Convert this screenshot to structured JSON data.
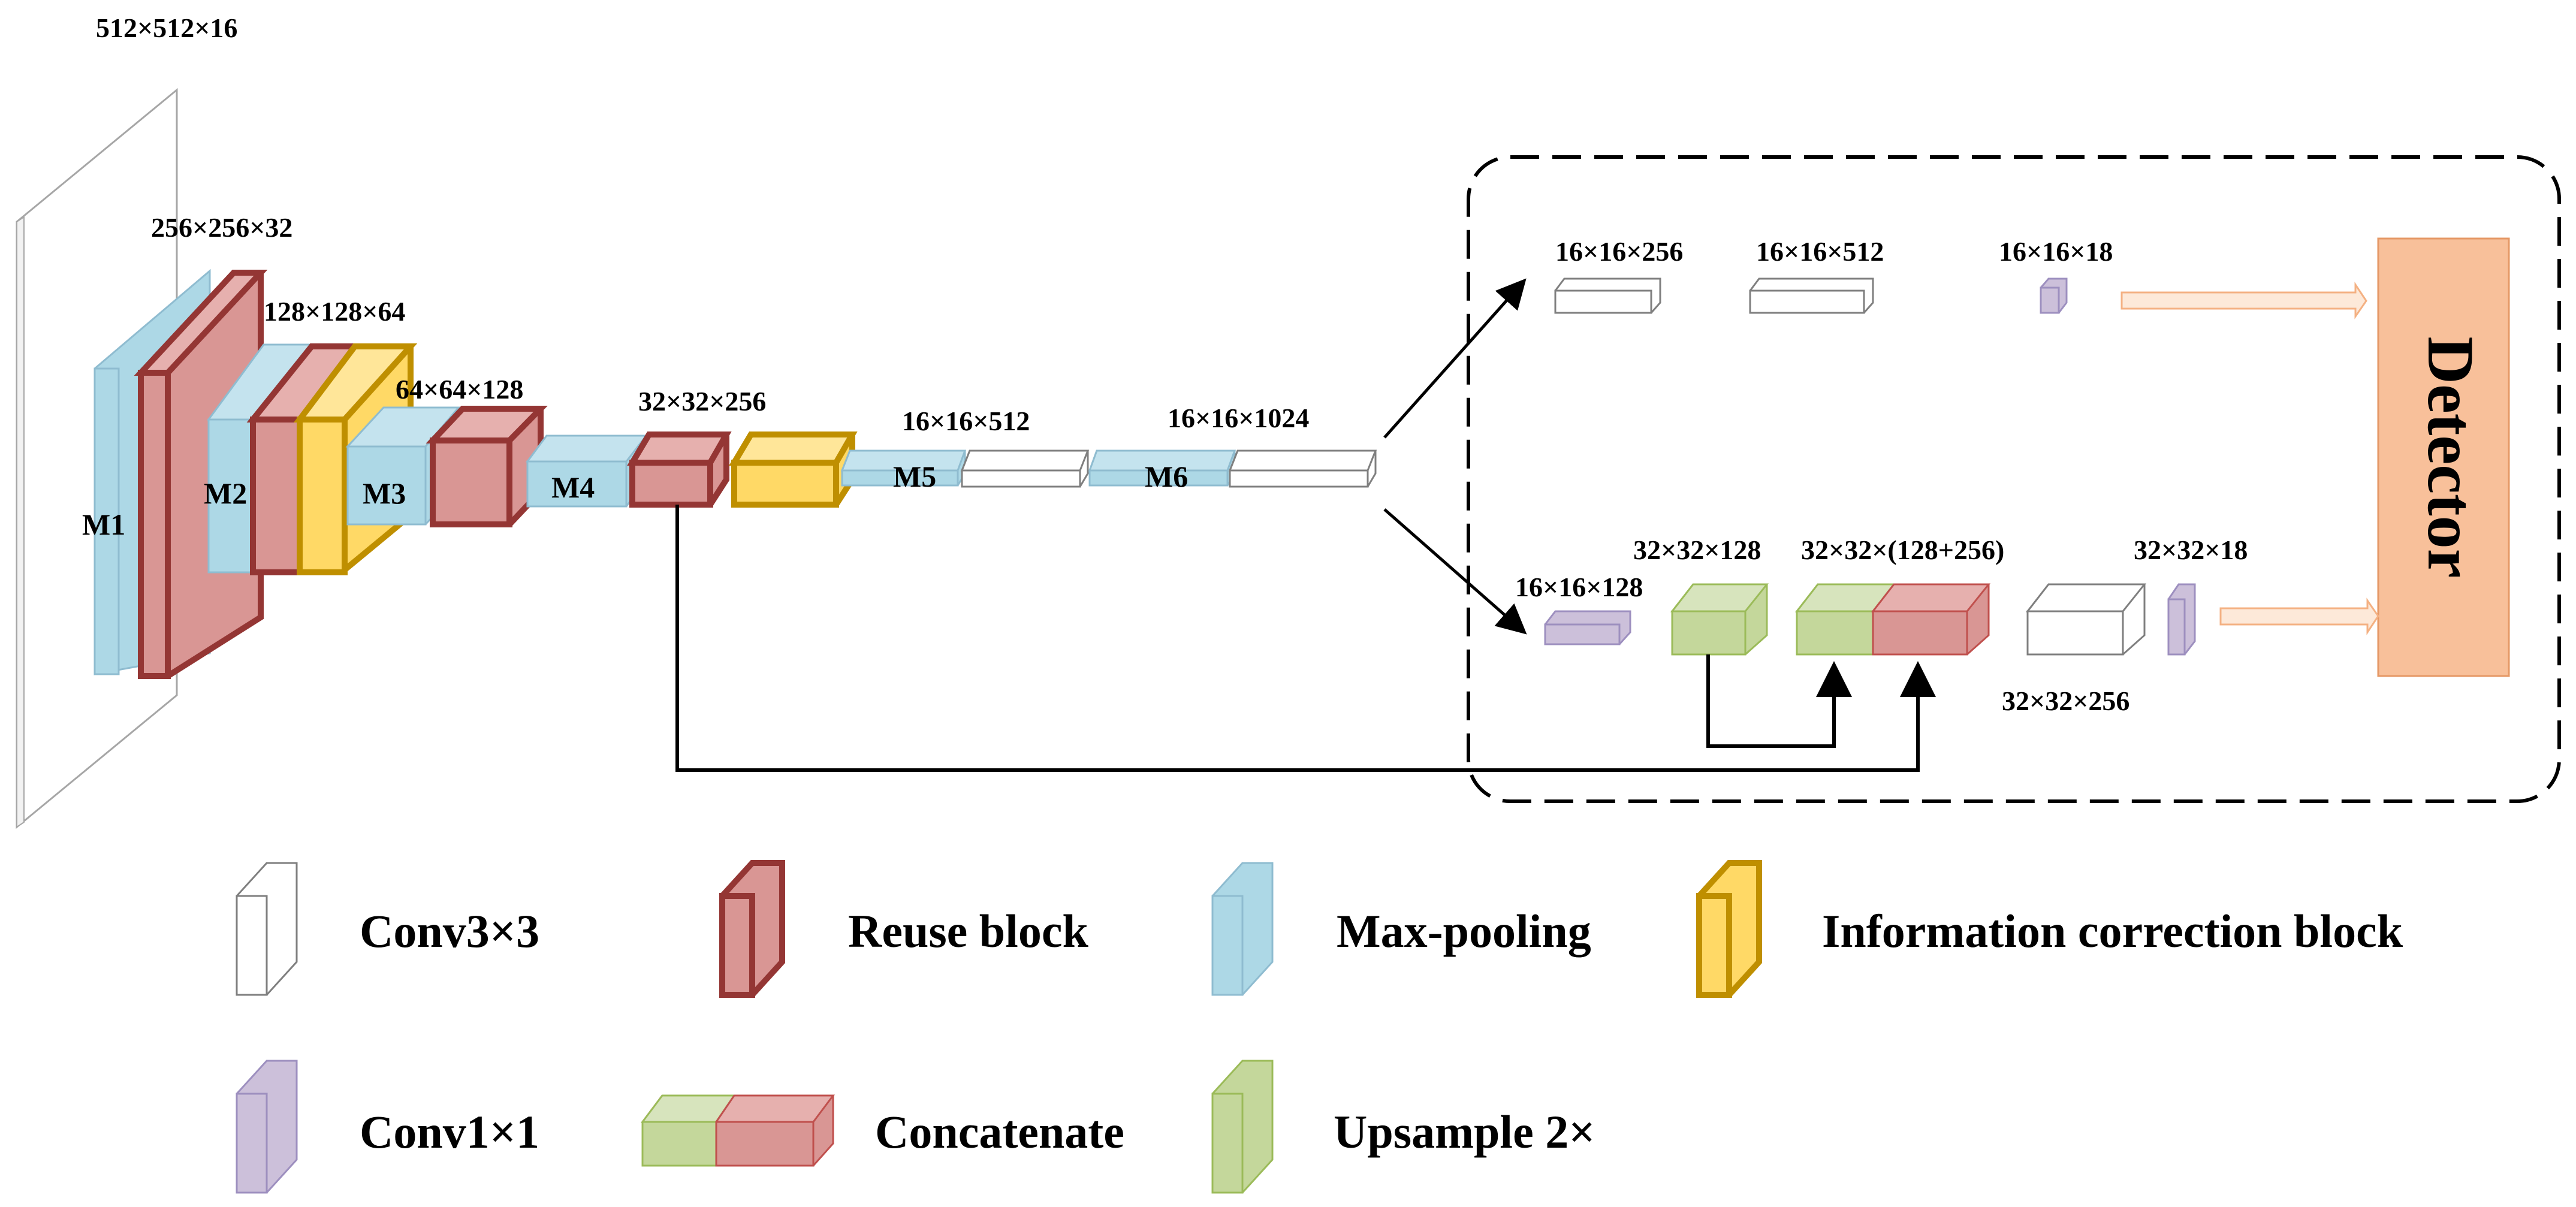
{
  "dims": {
    "input": "512×512×16",
    "m1_out": "256×256×32",
    "m2_out": "128×128×64",
    "m3_out": "64×64×128",
    "m4_out": "32×32×256",
    "m5_out": "16×16×512",
    "m6_out": "16×16×1024",
    "top_a": "16×16×256",
    "top_b": "16×16×512",
    "top_c": "16×16×18",
    "bot_a": "16×16×128",
    "bot_b": "32×32×128",
    "bot_c": "32×32×(128+256)",
    "bot_d": "32×32×256",
    "bot_e": "32×32×18"
  },
  "modules": {
    "m1": "M1",
    "m2": "M2",
    "m3": "M3",
    "m4": "M4",
    "m5": "M5",
    "m6": "M6"
  },
  "detector": "Detector",
  "legend": {
    "conv3": "Conv3×3",
    "reuse": "Reuse block",
    "maxpool": "Max-pooling",
    "info": "Information correction block",
    "conv1": "Conv1×1",
    "concat": "Concatenate",
    "upsample": "Upsample 2×"
  },
  "colors": {
    "maxpool": "#add8e6",
    "reuse_fill": "#d99694",
    "reuse_stroke": "#943634",
    "info_fill": "#ffd966",
    "info_stroke": "#bf8f00",
    "conv1": "#ccc0da",
    "upsample": "#c4d79b",
    "detector": "#f8c09a",
    "arrow_fill": "#fde9d9"
  }
}
